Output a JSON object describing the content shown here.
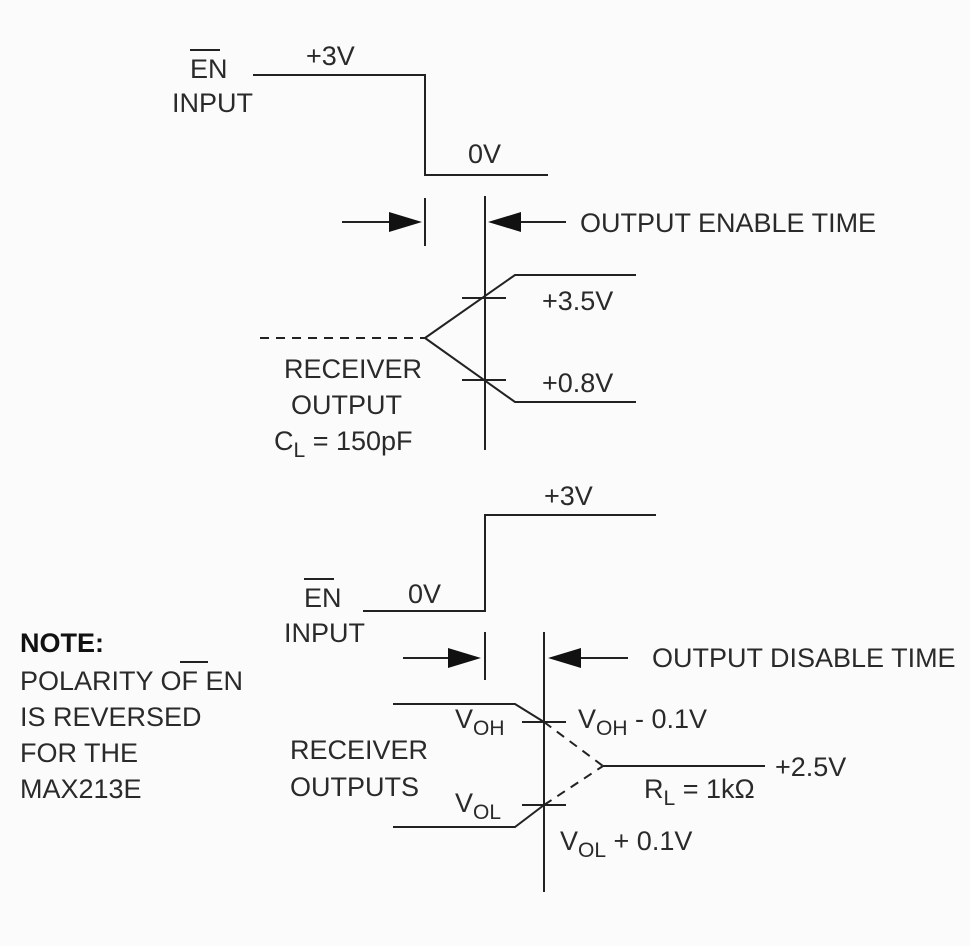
{
  "top": {
    "en_label": "EN",
    "input_label": "INPUT",
    "high_level": "+3V",
    "low_level": "0V",
    "timing_label": "OUTPUT ENABLE TIME",
    "high_threshold": "+3.5V",
    "low_threshold": "+0.8V",
    "receiver_label": "RECEIVER",
    "output_label": "OUTPUT",
    "load_cap_symbol": "C",
    "load_cap_subscript": "L",
    "load_cap_value": " = 150pF"
  },
  "bottom": {
    "en_label": "EN",
    "input_label": "INPUT",
    "low_level": "0V",
    "high_level": "+3V",
    "timing_label": "OUTPUT DISABLE TIME",
    "receiver_label": "RECEIVER",
    "outputs_label": "OUTPUTS",
    "voh_symbol": "V",
    "voh_subscript": "OH",
    "vol_symbol": "V",
    "vol_subscript": "OL",
    "voh_minus_symbol": "V",
    "voh_minus_subscript": "OH",
    "voh_minus_rest": " - 0.1V",
    "vol_plus_symbol": "V",
    "vol_plus_subscript": "OL",
    "vol_plus_rest": " + 0.1V",
    "bias_level": "+2.5V",
    "rl_symbol": "R",
    "rl_subscript": "L",
    "rl_value": " = 1kΩ"
  },
  "note": {
    "title": "NOTE:",
    "line1_prefix": "POLARITY OF ",
    "line1_en": "EN",
    "line2": "IS REVERSED",
    "line3": "FOR THE",
    "line4": "MAX213E"
  }
}
